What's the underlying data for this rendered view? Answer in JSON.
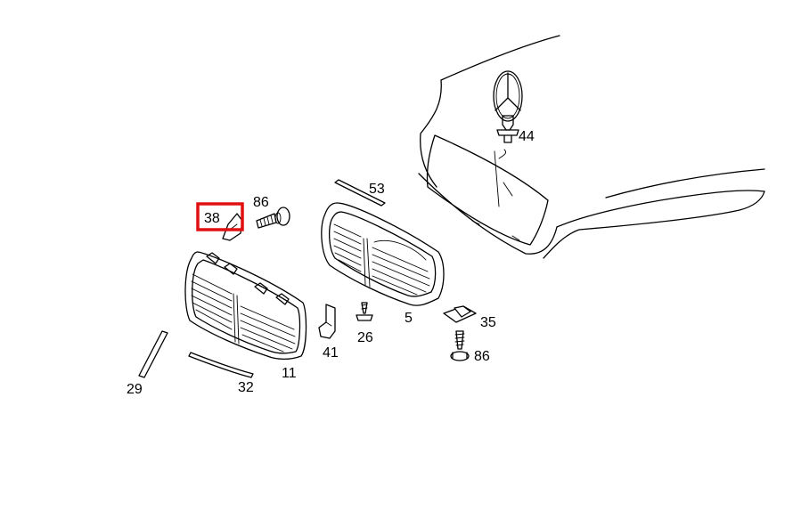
{
  "callouts": {
    "p5": "5",
    "p11": "11",
    "p26": "26",
    "p29": "29",
    "p32": "32",
    "p35": "35",
    "p38": "38",
    "p41": "41",
    "p44": "44",
    "p53": "53",
    "p86_top": "86",
    "p86_bottom": "86"
  },
  "highlight": {
    "part": "38",
    "color": "#e01010"
  },
  "colors": {
    "line": "#000000",
    "background": "#ffffff"
  }
}
